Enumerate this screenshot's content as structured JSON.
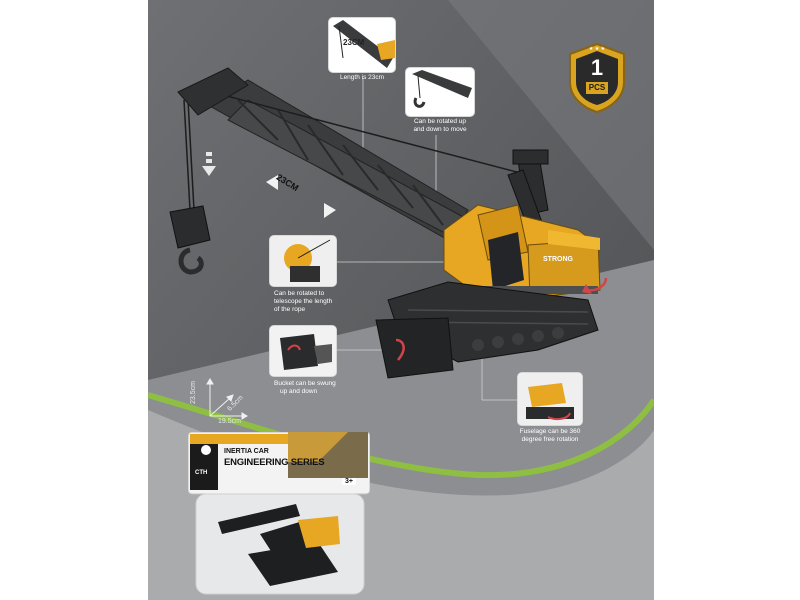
{
  "badge": {
    "quantity": "1",
    "unit": "PCS"
  },
  "callouts": {
    "length": "Length is 23cm",
    "boom_label": "23CM",
    "boom_rotate": [
      "Can be rotated up",
      "and down to move"
    ],
    "rope": [
      "Can be rotated to",
      "telescope the length",
      "of the rope"
    ],
    "bucket": [
      "Bucket can be swung",
      "up and down"
    ],
    "fuselage": [
      "Fuselage can be 360",
      "degree free rotation"
    ]
  },
  "boom_marking": "23CM",
  "truck_logo": "STRONG",
  "dimensions": {
    "height": "23.5cm",
    "depth": "6.5cm",
    "width": "19.5cm"
  },
  "package": {
    "brand": "CTH",
    "line1": "INERTIA CAR",
    "line2": "ENGINEERING SERIES",
    "age": "3+"
  },
  "colors": {
    "panel": "#56585b",
    "accent_green": "#8fc43a",
    "machine_yellow": "#e8a722",
    "badge_gold": "#d9a520"
  }
}
